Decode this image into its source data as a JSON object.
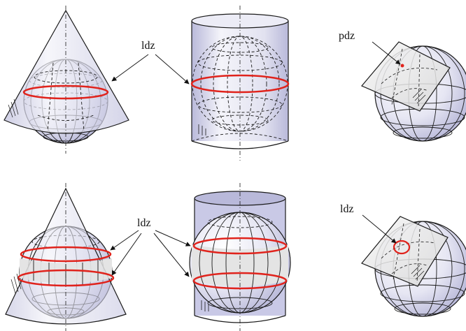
{
  "labels": {
    "row1_center": "ldz",
    "row1_right": "pdz",
    "row2_center": "ldz",
    "row2_right": "ldz"
  },
  "colors": {
    "surface": "#c9c9e6",
    "surface_light": "#ececf6",
    "stripe": "#e4e4e4",
    "contact_line": "#e0231c",
    "outline": "#1a1a1a"
  },
  "panels": [
    {
      "projection": "conic",
      "variant": "tangent"
    },
    {
      "projection": "cylindrical",
      "variant": "tangent"
    },
    {
      "projection": "planar",
      "variant": "tangent"
    },
    {
      "projection": "conic",
      "variant": "secant"
    },
    {
      "projection": "cylindrical",
      "variant": "secant"
    },
    {
      "projection": "planar",
      "variant": "secant"
    }
  ]
}
